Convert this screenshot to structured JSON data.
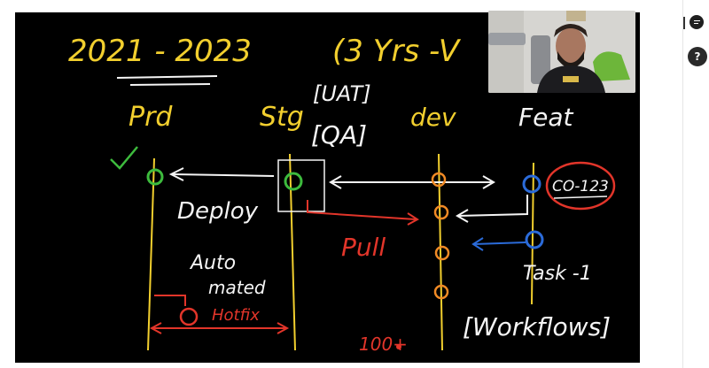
{
  "whiteboard": {
    "title_years": "2021 - 2023",
    "title_note": "(3 Yrs -V",
    "env_prd": "Prd",
    "env_stg": "Stg",
    "env_dev": "dev",
    "env_feat": "Feat",
    "bracket_uat": "[UAT]",
    "bracket_qa": "[QA]",
    "ticket": "CO-123",
    "deploy": "Deploy",
    "pull": "Pull",
    "automated_1": "Auto",
    "automated_2": "mated",
    "hotfix": "Hotfix",
    "task": "Task -1",
    "workflows": "[Workflows]",
    "count": "100+"
  },
  "sidebar": {
    "chat_icon": "chat-bubble-icon",
    "help_icon": "question-mark-icon",
    "help_label": "?"
  },
  "colors": {
    "yellow": "#f2cf2e",
    "white": "#f5f5f5",
    "green": "#3dbb3d",
    "orange": "#f08a25",
    "blue": "#2b6bd9",
    "red": "#e2352a"
  }
}
